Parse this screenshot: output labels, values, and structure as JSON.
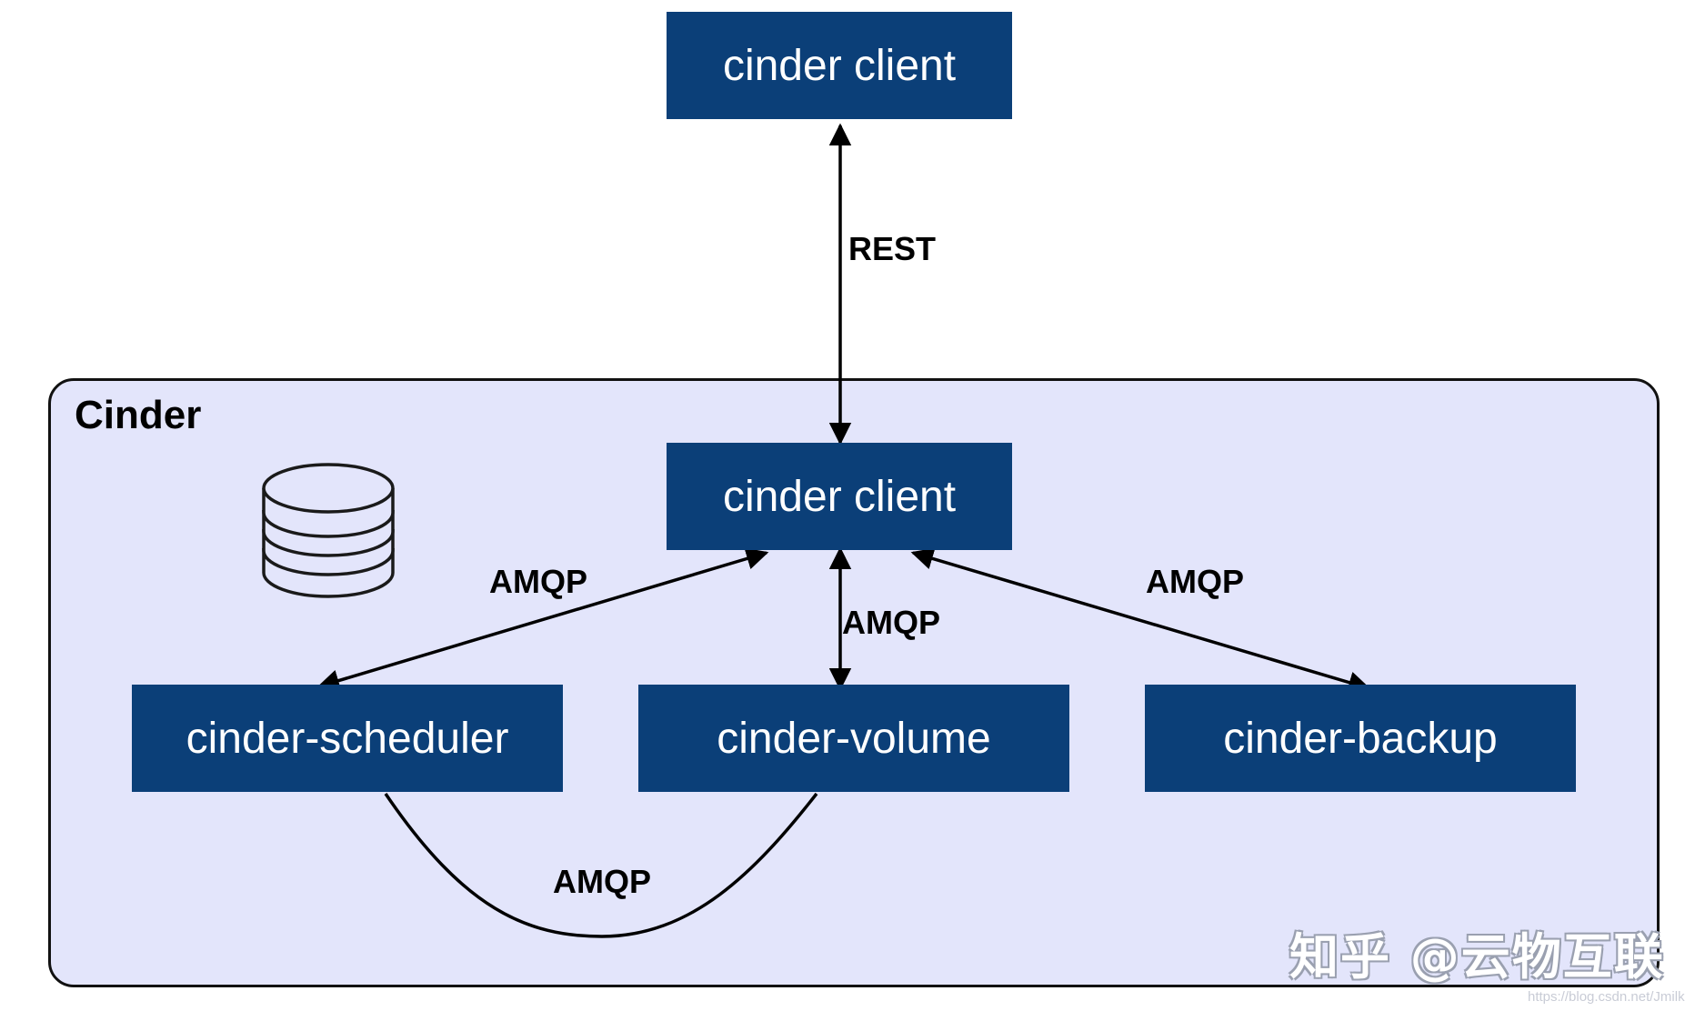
{
  "diagram": {
    "cluster_title": "Cinder",
    "nodes": {
      "client_external": "cinder client",
      "client_internal": "cinder client",
      "scheduler": "cinder-scheduler",
      "volume": "cinder-volume",
      "backup": "cinder-backup"
    },
    "edges": {
      "rest": "REST",
      "amqp_scheduler": "AMQP",
      "amqp_volume": "AMQP",
      "amqp_backup": "AMQP",
      "amqp_sched_volume": "AMQP"
    },
    "icons": {
      "database": "database-icon"
    },
    "colors": {
      "node_fill": "#0b3f78",
      "cluster_fill": "#e3e5fb",
      "line": "#000000"
    }
  },
  "watermark": {
    "text": "知乎 @云物互联",
    "url": "https://blog.csdn.net/Jmilk"
  }
}
